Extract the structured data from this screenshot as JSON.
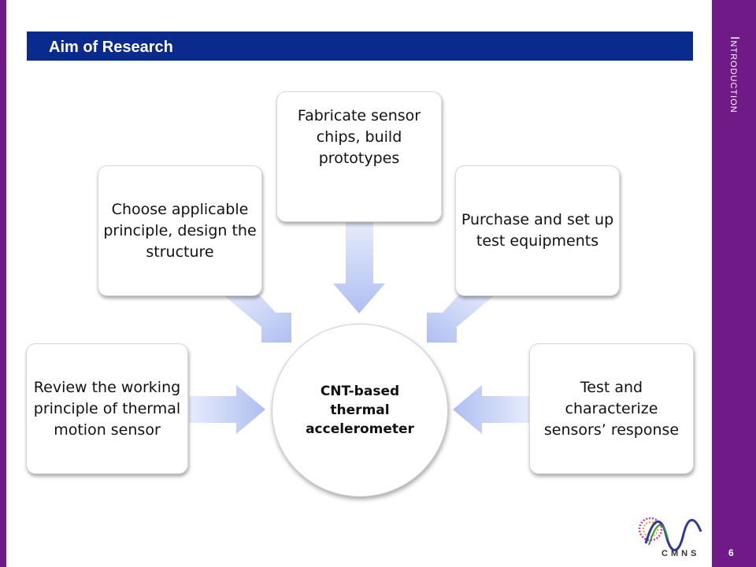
{
  "slide": {
    "section_label": "Introduction",
    "title": "Aim of Research",
    "page_number": "6"
  },
  "diagram": {
    "center": "CNT-based thermal accelerometer",
    "nodes": [
      "Review the working principle of thermal motion sensor",
      "Choose applicable principle, design the structure",
      "Fabricate sensor chips, build prototypes",
      "Purchase and set up test equipments",
      "Test and characterize sensors’ response"
    ]
  },
  "logo": {
    "name": "CMNS"
  },
  "colors": {
    "side_bar": "#6f1a86",
    "title_bar": "#0b2a8e",
    "arrow_fill": "#b9c8f4"
  }
}
